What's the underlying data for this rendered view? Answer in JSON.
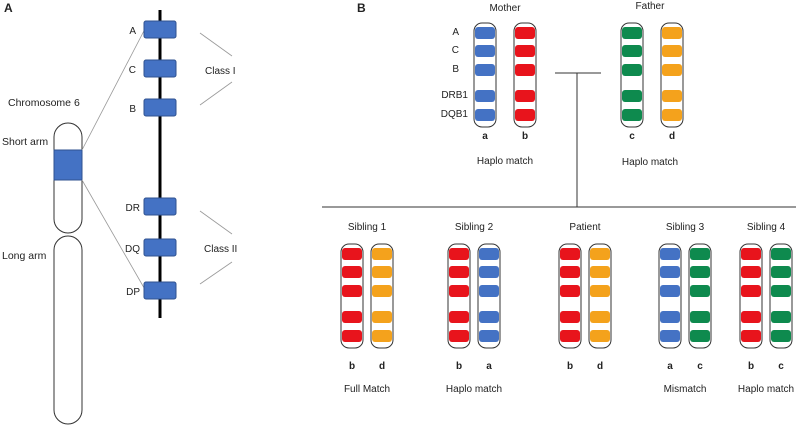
{
  "colors": {
    "outline": "#333333",
    "gene_box": "#4472C4",
    "gene_box_stroke": "#2F528F",
    "red": "#E8141C",
    "blue": "#4472C4",
    "green": "#0E8A4E",
    "orange": "#F4A21C",
    "connector": "#999999"
  },
  "panel_a": {
    "panel_label": "A",
    "chromosome_title": "Chromosome 6",
    "short_arm_label": "Short arm",
    "long_arm_label": "Long arm",
    "genes": [
      "A",
      "C",
      "B",
      "DR",
      "DQ",
      "DP"
    ],
    "class_labels": [
      "Class I",
      "Class II"
    ]
  },
  "panel_b": {
    "panel_label": "B",
    "mother": {
      "title": "Mother",
      "locus_labels": [
        "A",
        "C",
        "B",
        "DRB1",
        "DQB1"
      ],
      "haplotypes": [
        {
          "letter": "a",
          "color": "blue"
        },
        {
          "letter": "b",
          "color": "red"
        }
      ],
      "match_text": "Haplo match"
    },
    "father": {
      "title": "Father",
      "haplotypes": [
        {
          "letter": "c",
          "color": "green"
        },
        {
          "letter": "d",
          "color": "orange"
        }
      ],
      "match_text": "Haplo match"
    },
    "children": [
      {
        "title": "Sibling 1",
        "haplotypes": [
          {
            "letter": "b",
            "color": "red"
          },
          {
            "letter": "d",
            "color": "orange"
          }
        ],
        "match_text": "Full Match"
      },
      {
        "title": "Sibling 2",
        "haplotypes": [
          {
            "letter": "b",
            "color": "red"
          },
          {
            "letter": "a",
            "color": "blue"
          }
        ],
        "match_text": "Haplo match"
      },
      {
        "title": "Patient",
        "haplotypes": [
          {
            "letter": "b",
            "color": "red"
          },
          {
            "letter": "d",
            "color": "orange"
          }
        ],
        "match_text": ""
      },
      {
        "title": "Sibling 3",
        "haplotypes": [
          {
            "letter": "a",
            "color": "blue"
          },
          {
            "letter": "c",
            "color": "green"
          }
        ],
        "match_text": "Mismatch"
      },
      {
        "title": "Sibling 4",
        "haplotypes": [
          {
            "letter": "b",
            "color": "red"
          },
          {
            "letter": "c",
            "color": "green"
          }
        ],
        "match_text": "Haplo match"
      }
    ]
  }
}
